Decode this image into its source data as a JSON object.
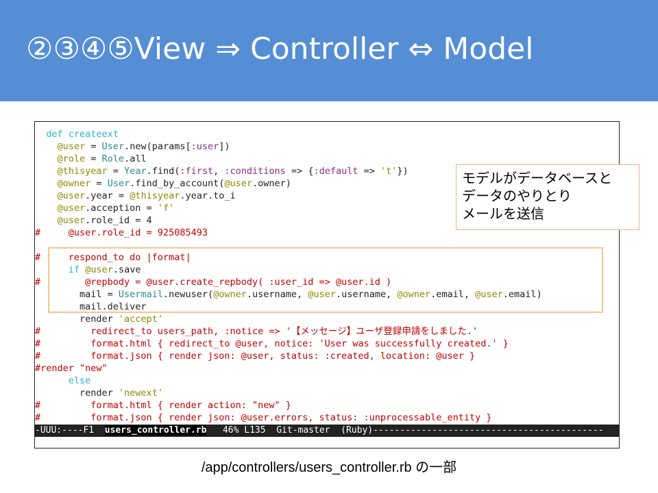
{
  "slide": {
    "title": "②③④⑤View ⇒ Controller ⇔ Model",
    "header_color": "#558ed5",
    "caption": "/app/controllers/users_controller.rb の一部"
  },
  "note": {
    "lines": [
      "モデルがデータベースと",
      "データのやりとり",
      "メールを送信"
    ]
  },
  "code": {
    "lines": [
      [
        {
          "t": "  ",
          "c": ""
        },
        {
          "t": "def",
          "c": "kw"
        },
        {
          "t": " ",
          "c": ""
        },
        {
          "t": "createext",
          "c": "kw"
        }
      ],
      [
        {
          "t": "    ",
          "c": ""
        },
        {
          "t": "@user",
          "c": "iv"
        },
        {
          "t": " = ",
          "c": ""
        },
        {
          "t": "User",
          "c": "cn"
        },
        {
          "t": ".new(params[",
          "c": ""
        },
        {
          "t": ":user",
          "c": "sym"
        },
        {
          "t": "])",
          "c": ""
        }
      ],
      [
        {
          "t": "    ",
          "c": ""
        },
        {
          "t": "@role",
          "c": "iv"
        },
        {
          "t": " = ",
          "c": ""
        },
        {
          "t": "Role",
          "c": "cn"
        },
        {
          "t": ".all",
          "c": ""
        }
      ],
      [
        {
          "t": "    ",
          "c": ""
        },
        {
          "t": "@thisyear",
          "c": "iv"
        },
        {
          "t": " = ",
          "c": ""
        },
        {
          "t": "Year",
          "c": "cn"
        },
        {
          "t": ".find(",
          "c": ""
        },
        {
          "t": ":first",
          "c": "sym"
        },
        {
          "t": ", ",
          "c": ""
        },
        {
          "t": ":conditions",
          "c": "sym"
        },
        {
          "t": " => {",
          "c": ""
        },
        {
          "t": ":default",
          "c": "sym"
        },
        {
          "t": " => ",
          "c": ""
        },
        {
          "t": "'t'",
          "c": "str"
        },
        {
          "t": "})",
          "c": ""
        }
      ],
      [
        {
          "t": "    ",
          "c": ""
        },
        {
          "t": "@owner",
          "c": "iv"
        },
        {
          "t": " = ",
          "c": ""
        },
        {
          "t": "User",
          "c": "cn"
        },
        {
          "t": ".find_by_account(",
          "c": ""
        },
        {
          "t": "@user",
          "c": "iv"
        },
        {
          "t": ".owner)",
          "c": ""
        }
      ],
      [
        {
          "t": "    ",
          "c": ""
        },
        {
          "t": "@user",
          "c": "iv"
        },
        {
          "t": ".year = ",
          "c": ""
        },
        {
          "t": "@thisyear",
          "c": "iv"
        },
        {
          "t": ".year.to_i",
          "c": ""
        }
      ],
      [
        {
          "t": "    ",
          "c": ""
        },
        {
          "t": "@user",
          "c": "iv"
        },
        {
          "t": ".acception = ",
          "c": ""
        },
        {
          "t": "'f'",
          "c": "str"
        }
      ],
      [
        {
          "t": "    ",
          "c": ""
        },
        {
          "t": "@user",
          "c": "iv"
        },
        {
          "t": ".role_id = 4",
          "c": ""
        }
      ],
      [
        {
          "t": "#     @user.role_id = 925085493",
          "c": "cm"
        }
      ],
      [
        {
          "t": "",
          "c": ""
        }
      ],
      [
        {
          "t": "#     respond_to do |format|",
          "c": "cm"
        }
      ],
      [
        {
          "t": "      ",
          "c": ""
        },
        {
          "t": "if",
          "c": "kw"
        },
        {
          "t": " ",
          "c": ""
        },
        {
          "t": "@user",
          "c": "iv"
        },
        {
          "t": ".save",
          "c": ""
        }
      ],
      [
        {
          "t": "#        @repbody = @user.create_repbody( :user_id => @user.id )",
          "c": "cm"
        }
      ],
      [
        {
          "t": "        mail = ",
          "c": ""
        },
        {
          "t": "Usermail",
          "c": "cn"
        },
        {
          "t": ".newuser(",
          "c": ""
        },
        {
          "t": "@owner",
          "c": "iv"
        },
        {
          "t": ".username, ",
          "c": ""
        },
        {
          "t": "@user",
          "c": "iv"
        },
        {
          "t": ".username, ",
          "c": ""
        },
        {
          "t": "@owner",
          "c": "iv"
        },
        {
          "t": ".email, ",
          "c": ""
        },
        {
          "t": "@user",
          "c": "iv"
        },
        {
          "t": ".email)",
          "c": ""
        }
      ],
      [
        {
          "t": "        mail.deliver",
          "c": ""
        }
      ],
      [
        {
          "t": "        render ",
          "c": ""
        },
        {
          "t": "'accept'",
          "c": "str"
        }
      ],
      [
        {
          "t": "#         redirect_to users_path, :notice => '【メッセージ】ユーザ登録申請をしました.'",
          "c": "cm"
        }
      ],
      [
        {
          "t": "#         format.html { redirect_to @user, notice: 'User was successfully created.' }",
          "c": "cm"
        }
      ],
      [
        {
          "t": "#         format.json { render json: @user, status: :created, location: @user }",
          "c": "cm"
        }
      ],
      [
        {
          "t": "#render \"new\"",
          "c": "cm"
        }
      ],
      [
        {
          "t": "      ",
          "c": ""
        },
        {
          "t": "else",
          "c": "kw"
        }
      ],
      [
        {
          "t": "        render ",
          "c": ""
        },
        {
          "t": "'newext'",
          "c": "str"
        }
      ],
      [
        {
          "t": "#         format.html { render action: \"new\" }",
          "c": "cm"
        }
      ],
      [
        {
          "t": "#         format.json { render json: @user.errors, status: :unprocessable_entity }",
          "c": "cm"
        }
      ]
    ]
  },
  "modeline": {
    "prefix": "-UUU:----F1  ",
    "file": "users_controller.rb",
    "suffix": "   46% L135  Git-master  (Ruby)-------------------------------------------"
  }
}
